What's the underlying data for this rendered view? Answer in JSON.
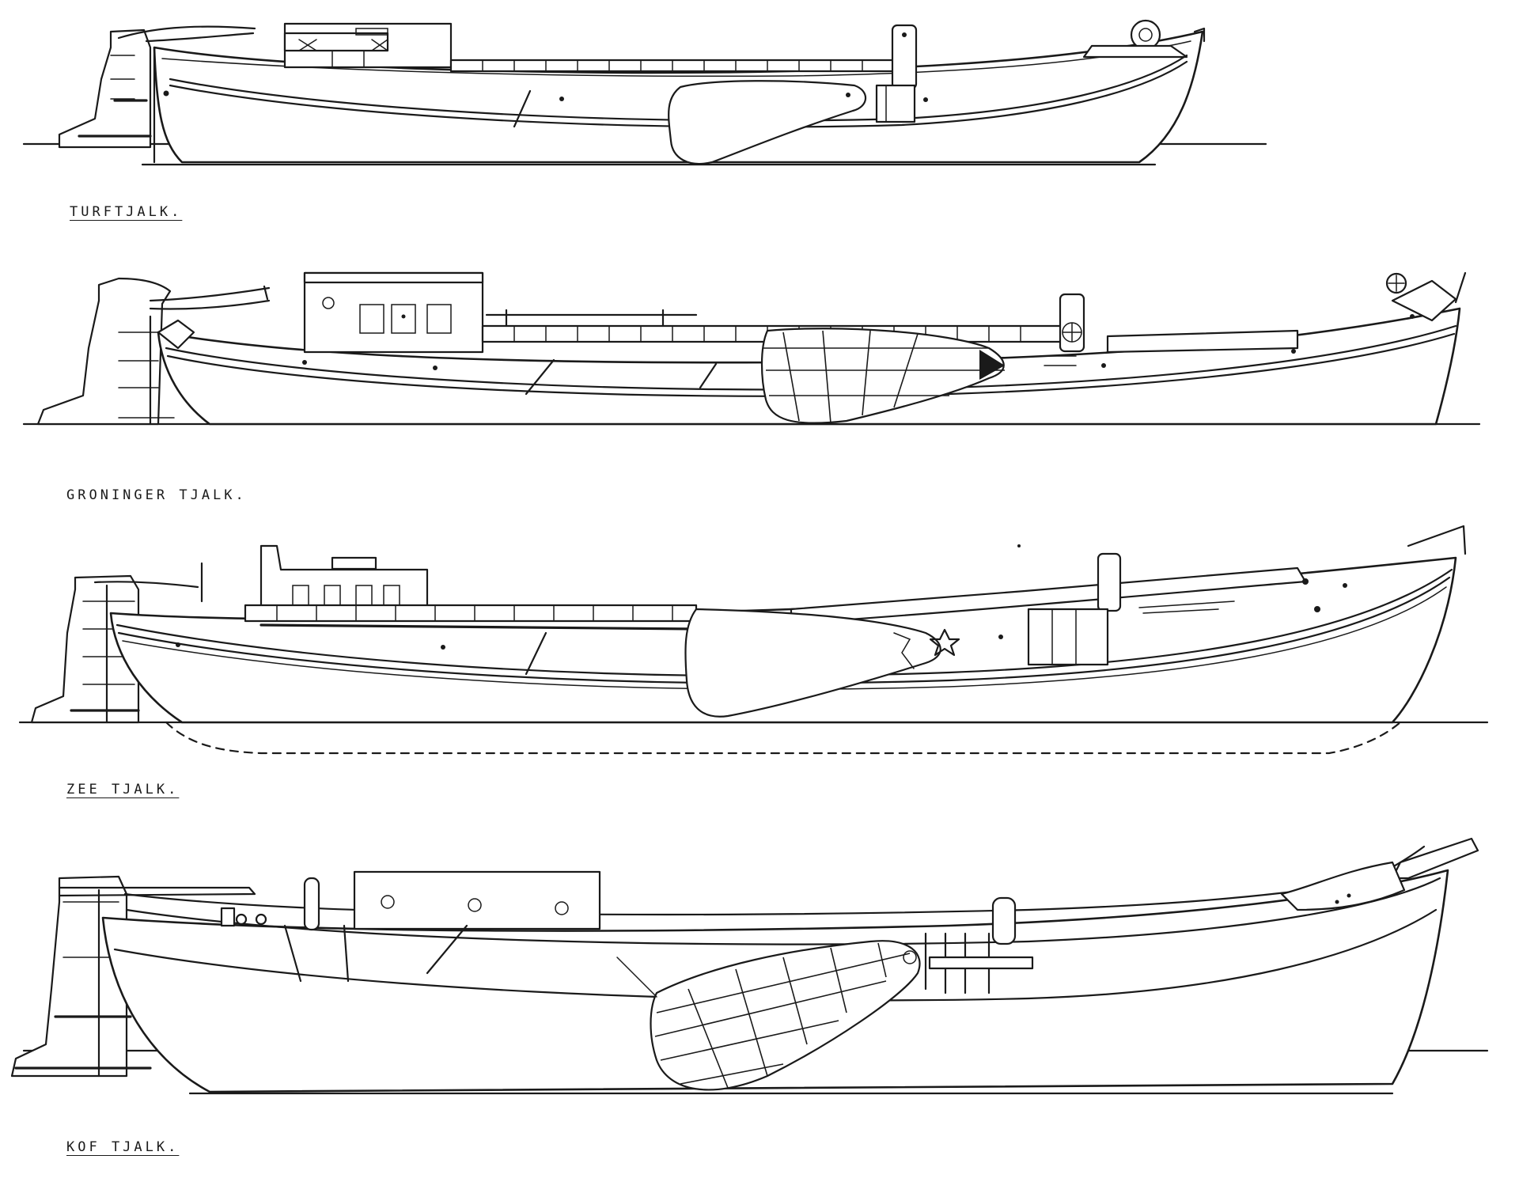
{
  "captions": {
    "turftjalk": "TURFTJALK.",
    "groninger": "GRONINGER TJALK.",
    "zee": "ZEE TJALK.",
    "kof": "KOF TJALK."
  }
}
